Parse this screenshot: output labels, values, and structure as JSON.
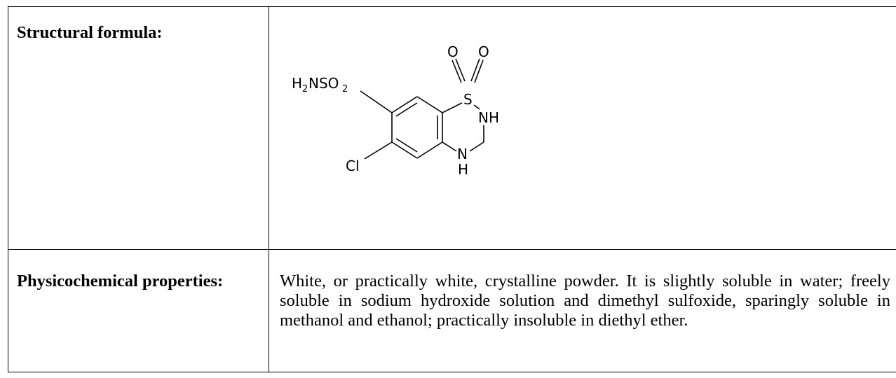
{
  "rows": [
    {
      "label": "Structural formula:",
      "structure": {
        "atoms": {
          "o_left": "O",
          "o_right": "O",
          "h2nso2_h": "H",
          "h2nso2_2a": "2",
          "h2nso2_nso": "NSO",
          "h2nso2_2b": "2",
          "s": "S",
          "nh": "NH",
          "n": "N",
          "h": "H",
          "cl": "Cl"
        }
      }
    },
    {
      "label": "Physicochemical properties:",
      "value": "White, or practically white, crystalline powder.  It is slightly soluble in water; freely soluble in sodium hydroxide solution and dimethyl sulfoxide, sparingly soluble in methanol and ethanol; practically insoluble in diethyl ether."
    }
  ]
}
